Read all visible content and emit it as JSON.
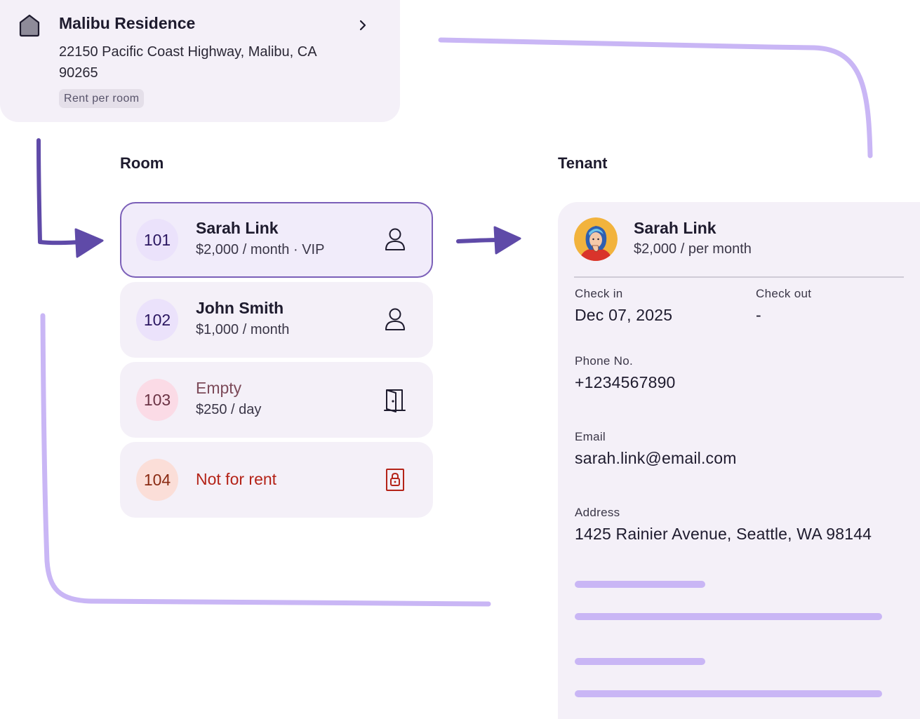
{
  "property": {
    "name": "Malibu Residence",
    "address": "22150 Pacific Coast Highway, Malibu, CA 90265",
    "badge": "Rent per room",
    "icon": "house-icon",
    "action_icon": "chevron-right-icon"
  },
  "sections": {
    "room": "Room",
    "tenant": "Tenant"
  },
  "rooms": [
    {
      "number": "101",
      "title": "Sarah Link",
      "subtitle": "$2,000 / month · VIP",
      "icon": "person-icon",
      "selected": true
    },
    {
      "number": "102",
      "title": "John Smith",
      "subtitle": "$1,000 / month",
      "icon": "person-icon",
      "selected": false
    },
    {
      "number": "103",
      "title": "Empty",
      "subtitle": "$250 / day",
      "icon": "door-open-icon",
      "selected": false
    },
    {
      "number": "104",
      "title": "Not for rent",
      "subtitle": "",
      "icon": "lock-door-icon",
      "selected": false
    }
  ],
  "tenant": {
    "name": "Sarah Link",
    "rent": "$2,000 / per month",
    "avatar": "avatar",
    "check_in_label": "Check in",
    "check_in_value": "Dec 07, 2025",
    "check_out_label": "Check out",
    "check_out_value": "-",
    "phone_label": "Phone No.",
    "phone_value": "+1234567890",
    "email_label": "Email",
    "email_value": "sarah.link@email.com",
    "address_label": "Address",
    "address_value": "1425 Rainier Avenue, Seattle, WA 98144"
  },
  "colors": {
    "accent": "#5f4aa8",
    "connector": "#c9b6f5",
    "card_bg": "#f4f0f8",
    "room_101_circle": "#ebe2fb",
    "room_103_circle": "#fbdbe6",
    "room_104_circle": "#fbded8",
    "empty_text": "#7d4b5a",
    "not_for_rent": "#b42318"
  }
}
